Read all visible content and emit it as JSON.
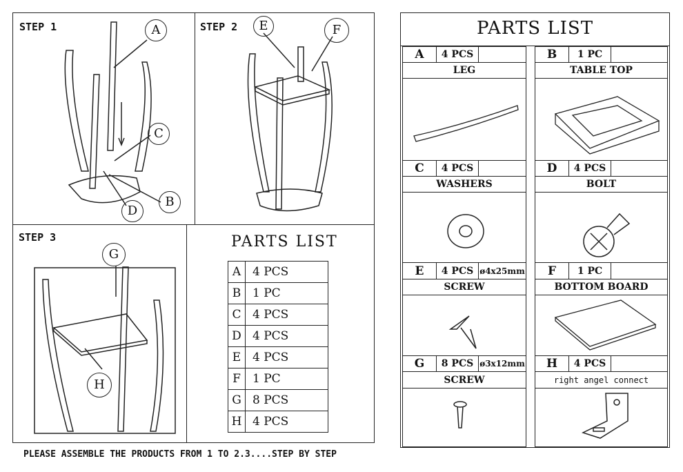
{
  "steps": {
    "step1": "STEP 1",
    "step2": "STEP 2",
    "step3": "STEP 3"
  },
  "callouts": {
    "a": "A",
    "b": "B",
    "c": "C",
    "d": "D",
    "e": "E",
    "f": "F",
    "g": "G",
    "h": "H"
  },
  "small_parts_list": {
    "title": "PARTS LIST",
    "rows": [
      {
        "id": "A",
        "qty": "4 PCS"
      },
      {
        "id": "B",
        "qty": "1 PC"
      },
      {
        "id": "C",
        "qty": "4 PCS"
      },
      {
        "id": "D",
        "qty": "4 PCS"
      },
      {
        "id": "E",
        "qty": "4 PCS"
      },
      {
        "id": "F",
        "qty": "1 PC"
      },
      {
        "id": "G",
        "qty": "8 PCS"
      },
      {
        "id": "H",
        "qty": "4 PCS"
      }
    ]
  },
  "footer": "PLEASE ASSEMBLE THE PRODUCTS FROM 1 TO 2.3....STEP BY STEP",
  "parts_list": {
    "title": "PARTS LIST",
    "items": [
      {
        "id": "A",
        "qty": "4 PCS",
        "spec": "",
        "name": "LEG"
      },
      {
        "id": "B",
        "qty": "1 PC",
        "spec": "",
        "name": "TABLE TOP"
      },
      {
        "id": "C",
        "qty": "4 PCS",
        "spec": "",
        "name": "WASHERS"
      },
      {
        "id": "D",
        "qty": "4 PCS",
        "spec": "",
        "name": "BOLT"
      },
      {
        "id": "E",
        "qty": "4 PCS",
        "spec": "ø4x25mm",
        "name": "SCREW"
      },
      {
        "id": "F",
        "qty": "1 PC",
        "spec": "",
        "name": "BOTTOM BOARD"
      },
      {
        "id": "G",
        "qty": "8 PCS",
        "spec": "ø3x12mm",
        "name": "SCREW"
      },
      {
        "id": "H",
        "qty": "4 PCS",
        "spec": "",
        "name": "right angel connect"
      }
    ]
  }
}
